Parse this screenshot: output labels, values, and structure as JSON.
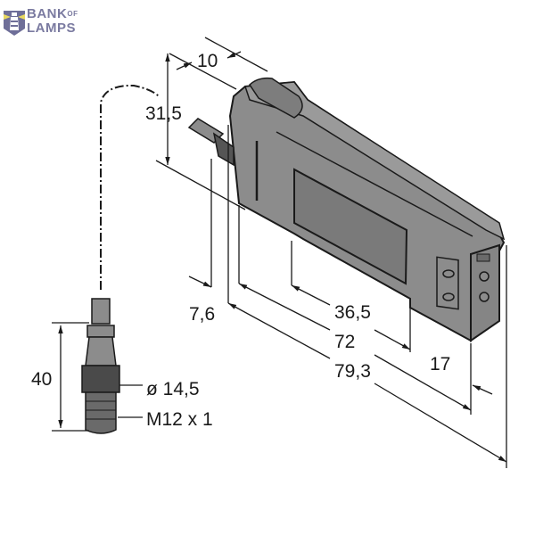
{
  "logo": {
    "line1": "BANK",
    "of": "OF",
    "line2": "LAMPS",
    "icon": "lighthouse-icon",
    "color": "#7a7aa0"
  },
  "drawing": {
    "subject": "fiber optic amplifier with M12 connector cable",
    "body_color": "#8c8c8c",
    "line_color": "#1a1a1a",
    "dimensions": {
      "width_top": "10",
      "height": "31,5",
      "offset": "7,6",
      "window_length": "36,5",
      "body_length": "72",
      "total_length": "79,3",
      "depth": "17",
      "connector_length": "40",
      "connector_diameter": "ø 14,5",
      "connector_thread": "M12 x 1"
    }
  }
}
